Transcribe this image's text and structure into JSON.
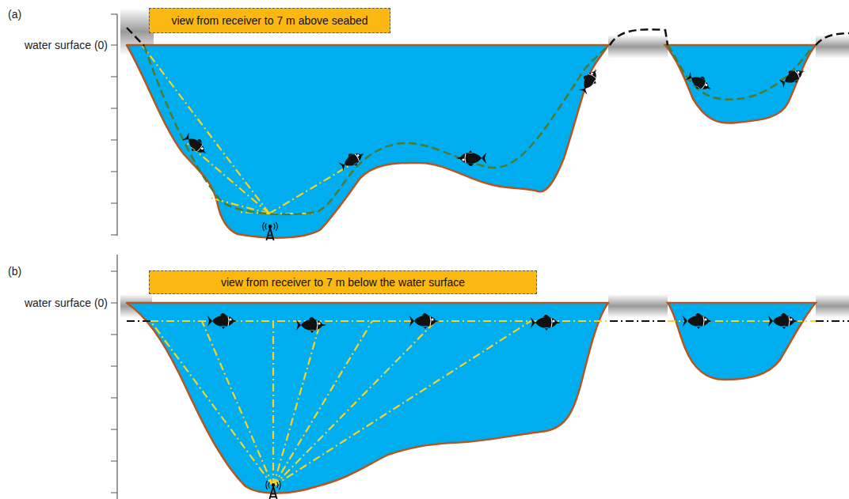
{
  "diagram": {
    "nodes": [
      {
        "text": [
          "view from receiver to 7 m above seabed"
        ]
      },
      {
        "text": [
          "view from receiver to 7 m below the water surface"
        ]
      }
    ],
    "labels": [
      "(a)",
      "water surface (0)",
      "(b)",
      "water surface (0)"
    ]
  }
}
